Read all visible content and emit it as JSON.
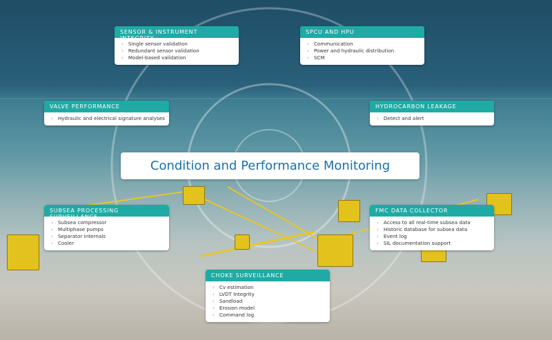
{
  "title": "Condition and Performance Monitoring",
  "boxes": {
    "sensor": {
      "header": "Sensor & Instrument Integrity",
      "items": [
        "Single sensor validation",
        "Redundant sensor validation",
        "Model-based validation"
      ]
    },
    "spcu": {
      "header": "SPCU and HPU",
      "items": [
        "Communication",
        "Power and hydraulic distribution",
        "SCM"
      ]
    },
    "valve": {
      "header": "Valve Performance",
      "items": [
        "Hydraulic and electrical signature analyses"
      ]
    },
    "hydrocarbon": {
      "header": "Hydrocarbon Leakage",
      "items": [
        "Detect and alert"
      ]
    },
    "subsea": {
      "header": "Subsea Processing Surveillance",
      "items": [
        "Subsea compressor",
        "Multiphase pumps",
        "Separator internals",
        "Cooler"
      ]
    },
    "fmc": {
      "header": "FMC Data Collector",
      "items": [
        "Access to all real-time subsea data",
        "Historic database for subsea data",
        "Event log",
        "SIL documentation support"
      ]
    },
    "choke": {
      "header": "Choke Surveillance",
      "items": [
        "Cv estimation",
        "LVDT Integrity",
        "Sandload",
        "Erosion model",
        "Command log"
      ]
    }
  },
  "colors": {
    "accent": "#1faaa5",
    "title": "#1b6fa6"
  }
}
